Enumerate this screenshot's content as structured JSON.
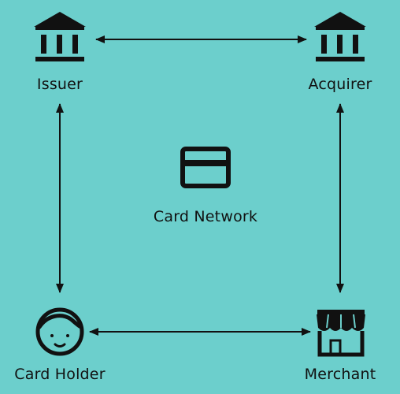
{
  "colors": {
    "background": "#6ccfcc",
    "ink": "#111111"
  },
  "nodes": {
    "issuer": {
      "label": "Issuer",
      "icon": "bank-icon"
    },
    "acquirer": {
      "label": "Acquirer",
      "icon": "bank-icon"
    },
    "card_network": {
      "label": "Card Network",
      "icon": "credit-card-icon"
    },
    "card_holder": {
      "label": "Card Holder",
      "icon": "person-face-icon"
    },
    "merchant": {
      "label": "Merchant",
      "icon": "storefront-icon"
    }
  },
  "edges": [
    {
      "from": "Issuer",
      "to": "Acquirer",
      "style": "double-arrow"
    },
    {
      "from": "Issuer",
      "to": "Card Holder",
      "style": "double-arrow"
    },
    {
      "from": "Acquirer",
      "to": "Merchant",
      "style": "double-arrow"
    },
    {
      "from": "Card Holder",
      "to": "Merchant",
      "style": "double-arrow"
    }
  ]
}
